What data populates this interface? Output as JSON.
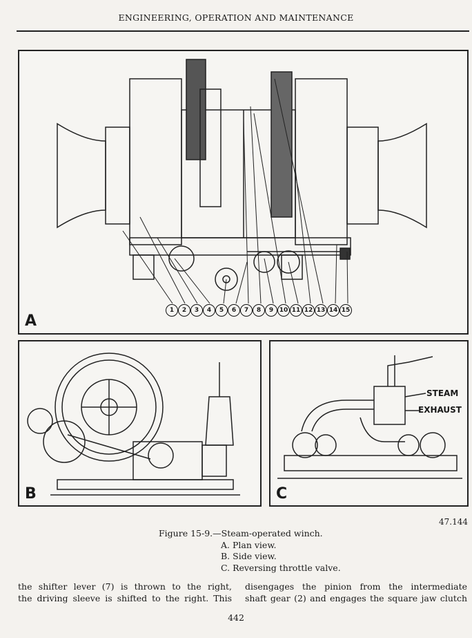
{
  "header": {
    "running_head": "ENGINEERING, OPERATION AND MAINTENANCE"
  },
  "figure": {
    "panels": {
      "a": {
        "letter": "A",
        "callouts": [
          "1",
          "2",
          "3",
          "4",
          "5",
          "6",
          "7",
          "8",
          "9",
          "10",
          "11",
          "12",
          "13",
          "14",
          "15"
        ]
      },
      "b": {
        "letter": "B"
      },
      "c": {
        "letter": "C",
        "labels": {
          "steam": "STEAM",
          "exhaust": "EXHAUST"
        }
      }
    },
    "id": "47.144",
    "caption": {
      "title": "Figure 15-9.—Steam-operated winch.",
      "items": [
        "A.  Plan view.",
        "B.  Side view.",
        "C.  Reversing throttle valve."
      ]
    }
  },
  "body": {
    "left_column": [
      "the shifter lever (7) is thrown to the right,",
      "the driving sleeve is shifted to the right. This"
    ],
    "right_column": [
      "disengages the pinion from the intermediate",
      "shaft gear (2) and engages the square jaw clutch"
    ]
  },
  "footer": {
    "page_number": "442"
  }
}
